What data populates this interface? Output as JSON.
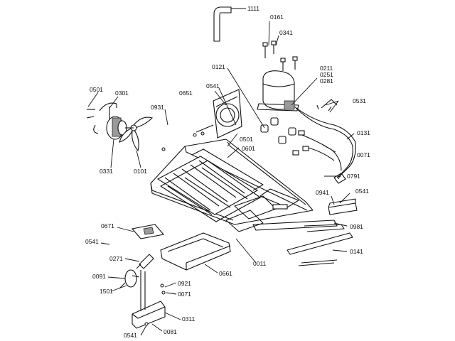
{
  "callouts": {
    "c1111": "1111",
    "c0161": "0161",
    "c0341": "0341",
    "c0121": "0121",
    "c0211": "0211",
    "c0251": "0251",
    "c0281": "0281",
    "c0501a": "0501",
    "c0301": "0301",
    "c0541a": "0541",
    "c0651": "0651",
    "c0931": "0931",
    "c0531": "0531",
    "c0131": "0131",
    "c0501b": "0501",
    "c0601": "0601",
    "c0071a": "0071",
    "c0331": "0331",
    "c0101": "0101",
    "c0791": "0791",
    "c0941": "0941",
    "c0541b": "0541",
    "c0671": "0671",
    "c0981": "0981",
    "c0541c": "0541",
    "c0271": "0271",
    "c0011": "0011",
    "c0141": "0141",
    "c0661": "0661",
    "c0091": "0091",
    "c0921": "0921",
    "c1501": "1501",
    "c0071b": "0071",
    "c0311": "0311",
    "c0541d": "0541",
    "c0081": "0081"
  }
}
